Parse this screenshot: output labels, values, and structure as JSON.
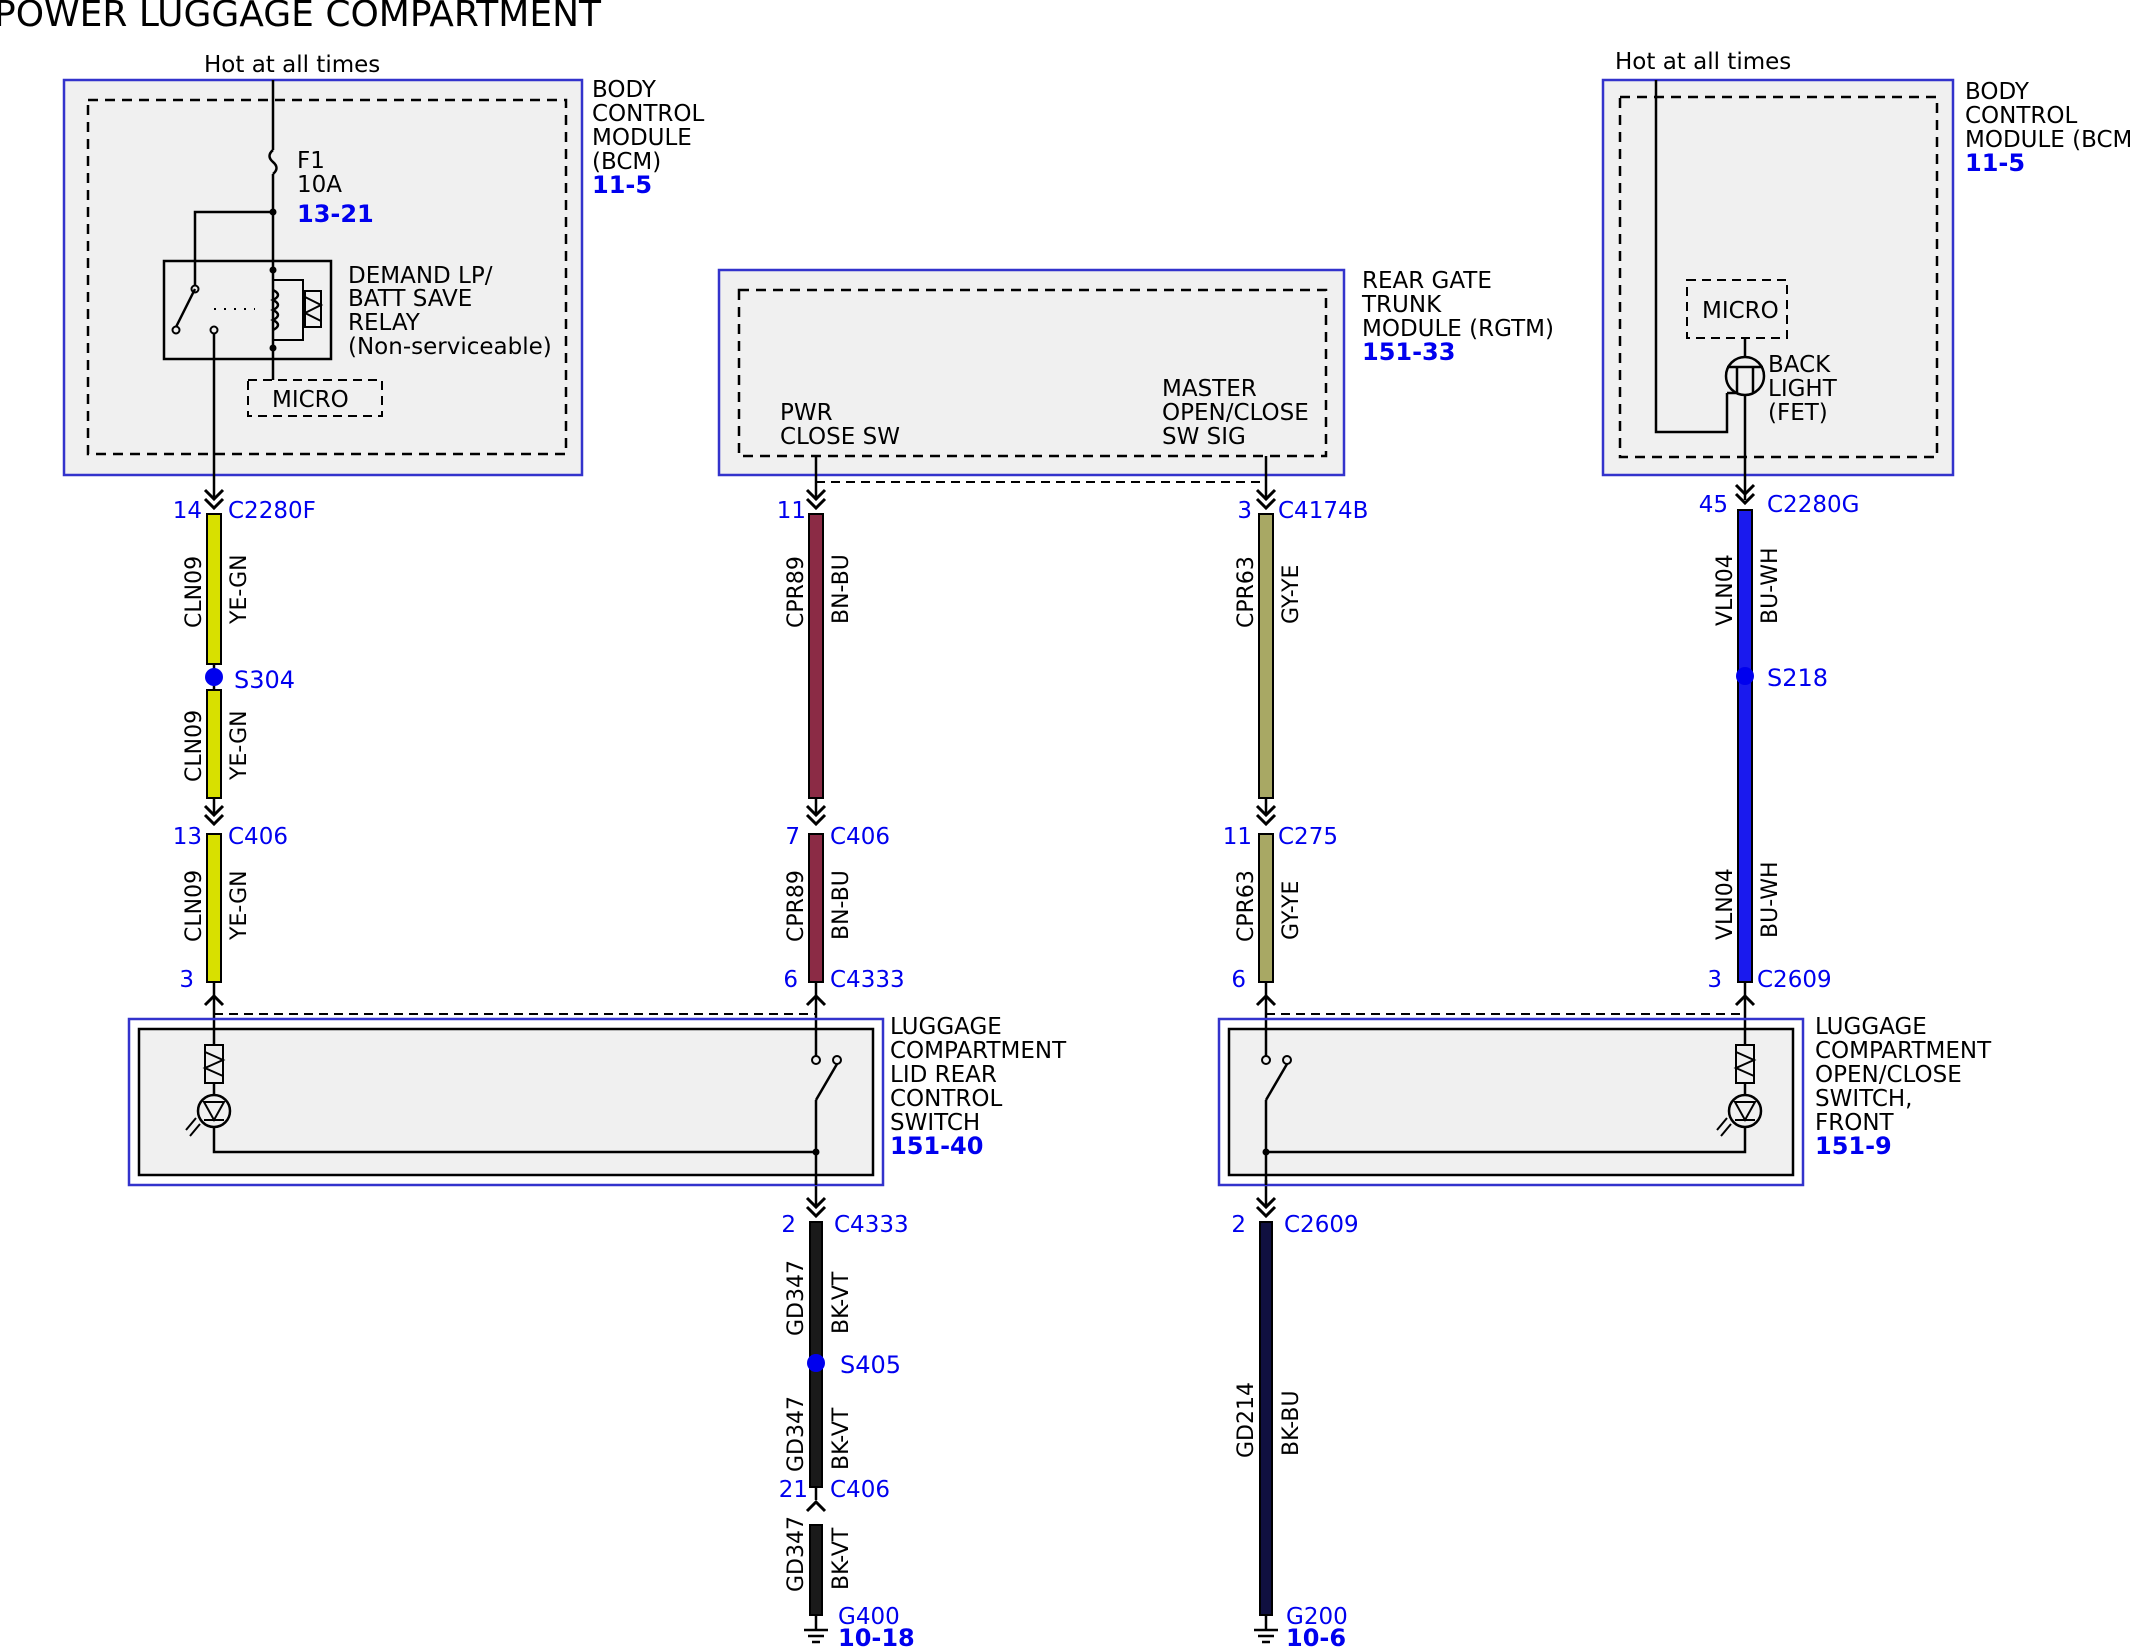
{
  "title": "POWER LUGGAGE COMPARTMENT",
  "colors": {
    "module_border": "#3333cc",
    "module_fill": "#f0f0f0",
    "connector_text": "#0000ee",
    "splice": "#0000ee",
    "wire_YE_GN": "#d8e000",
    "wire_BN_BU": "#8b2b45",
    "wire_GY_YE": "#a8a864",
    "wire_BU_WH": "#1a1aee",
    "wire_BK_VT": "#1a1a1a",
    "wire_BK_BU": "#101040"
  },
  "bcm_left": {
    "hot_label": "Hot at all times",
    "name_lines": [
      "BODY",
      "CONTROL",
      "MODULE",
      "(BCM)"
    ],
    "ref": "11-5",
    "fuse": {
      "name": "F1",
      "rating": "10A",
      "ref": "13-21"
    },
    "relay_lines": [
      "DEMAND LP/",
      "BATT SAVE",
      "RELAY",
      "(Non-serviceable)"
    ],
    "micro": "MICRO"
  },
  "rgtm": {
    "name_lines": [
      "REAR GATE",
      "TRUNK",
      "MODULE (RGTM)"
    ],
    "ref": "151-33",
    "pwr_lines": [
      "PWR",
      "CLOSE SW"
    ],
    "master_lines": [
      "MASTER",
      "OPEN/CLOSE",
      "SW SIG"
    ]
  },
  "bcm_right": {
    "hot_label": "Hot at all times",
    "name_lines": [
      "BODY",
      "CONTROL",
      "MODULE (BCM)"
    ],
    "ref": "11-5",
    "micro": "MICRO",
    "backlight_lines": [
      "BACK",
      "LIGHT",
      "(FET)"
    ]
  },
  "switch_rear": {
    "name_lines": [
      "LUGGAGE",
      "COMPARTMENT",
      "LID REAR",
      "CONTROL",
      "SWITCH"
    ],
    "ref": "151-40"
  },
  "switch_front": {
    "name_lines": [
      "LUGGAGE",
      "COMPARTMENT",
      "OPEN/CLOSE",
      "SWITCH,",
      "FRONT"
    ],
    "ref": "151-9"
  },
  "connectors": [
    {
      "pin": "14",
      "name": "C2280F"
    },
    {
      "pin": "13",
      "name": "C406"
    },
    {
      "pin": "3",
      "name": ""
    },
    {
      "pin": "11",
      "name": ""
    },
    {
      "pin": "7",
      "name": "C406"
    },
    {
      "pin": "6",
      "name": "C4333"
    },
    {
      "pin": "3",
      "name": "C4174B"
    },
    {
      "pin": "11",
      "name": "C275"
    },
    {
      "pin": "6",
      "name": ""
    },
    {
      "pin": "45",
      "name": "C2280G"
    },
    {
      "pin": "3",
      "name": "C2609"
    },
    {
      "pin": "2",
      "name": "C4333"
    },
    {
      "pin": "21",
      "name": "C406"
    },
    {
      "pin": "2",
      "name": "C2609"
    }
  ],
  "splices": [
    "S304",
    "S218",
    "S405"
  ],
  "wires": [
    {
      "circuit": "CLN09",
      "color": "YE-GN"
    },
    {
      "circuit": "CLN09",
      "color": "YE-GN"
    },
    {
      "circuit": "CLN09",
      "color": "YE-GN"
    },
    {
      "circuit": "CPR89",
      "color": "BN-BU"
    },
    {
      "circuit": "CPR89",
      "color": "BN-BU"
    },
    {
      "circuit": "CPR63",
      "color": "GY-YE"
    },
    {
      "circuit": "CPR63",
      "color": "GY-YE"
    },
    {
      "circuit": "VLN04",
      "color": "BU-WH"
    },
    {
      "circuit": "VLN04",
      "color": "BU-WH"
    },
    {
      "circuit": "GD347",
      "color": "BK-VT"
    },
    {
      "circuit": "GD347",
      "color": "BK-VT"
    },
    {
      "circuit": "GD347",
      "color": "BK-VT"
    },
    {
      "circuit": "GD214",
      "color": "BK-BU"
    }
  ],
  "grounds": [
    {
      "name": "G400",
      "ref": "10-18"
    },
    {
      "name": "G200",
      "ref": "10-6"
    }
  ]
}
